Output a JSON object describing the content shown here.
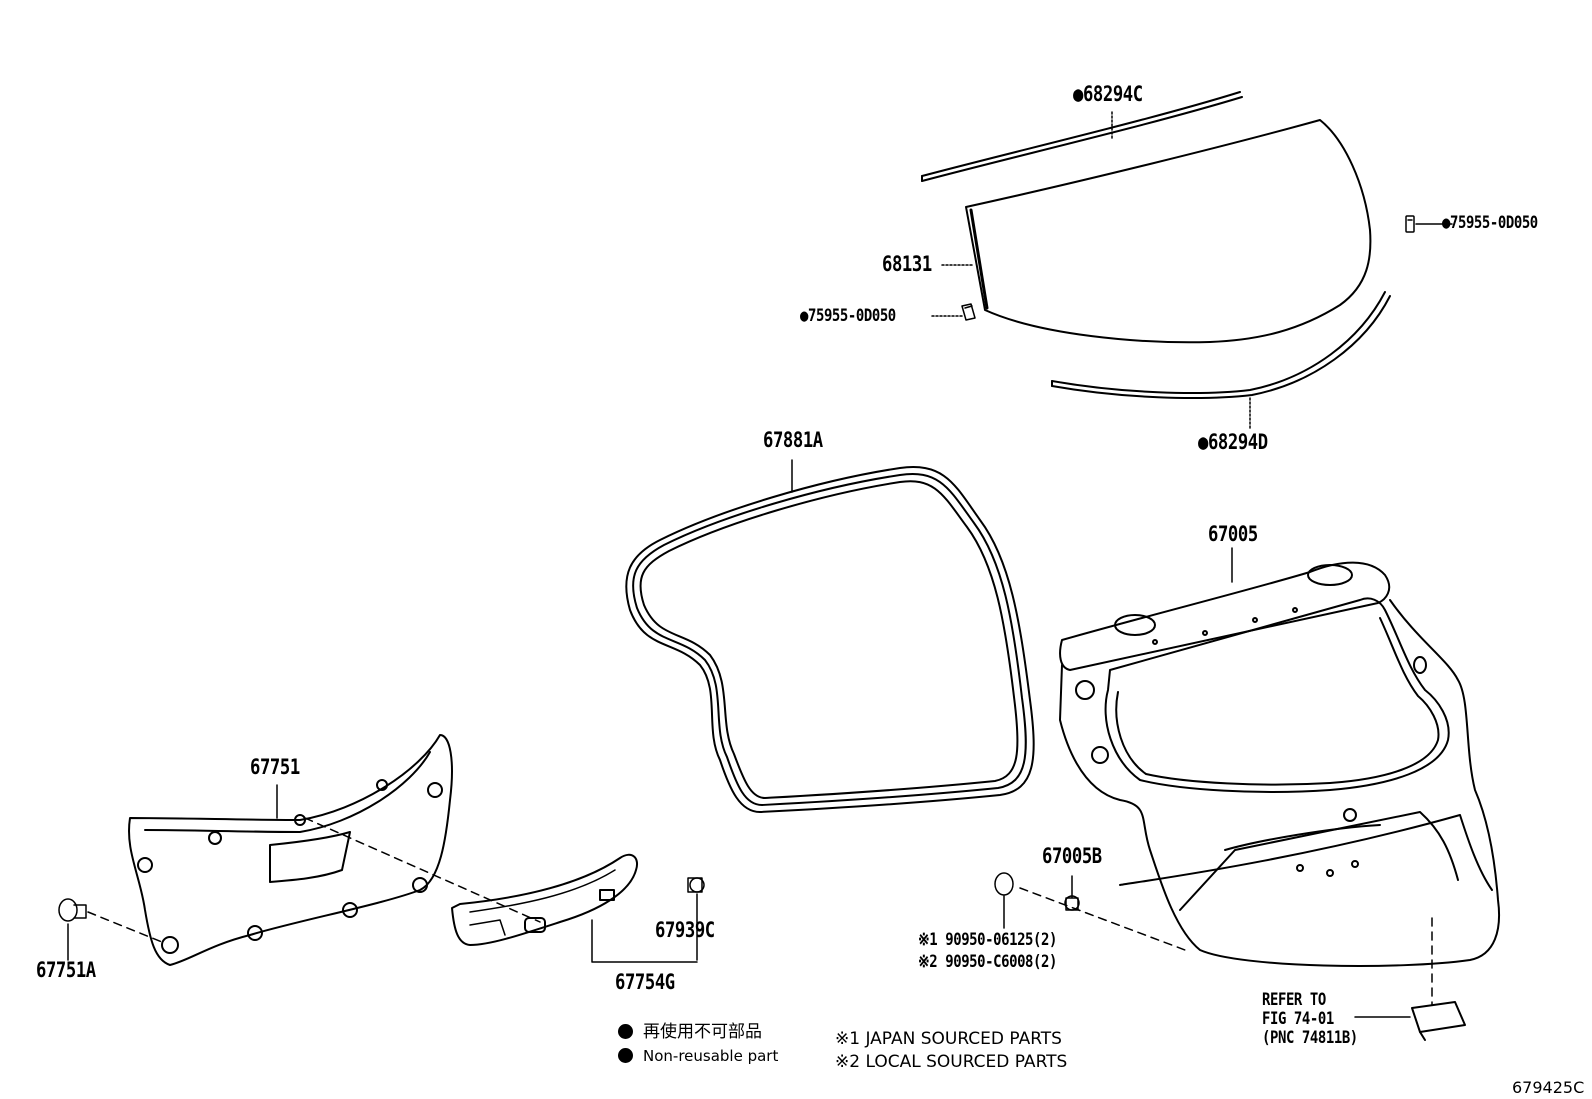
{
  "labels": {
    "p68294C": "●68294C",
    "p68131": "68131",
    "p75955_right": "●75955-0D050",
    "p75955_left": "●75955-0D050",
    "p68294D": "●68294D",
    "p67881A": "67881A",
    "p67005": "67005",
    "p67751": "67751",
    "p67005B": "67005B",
    "p67939C": "67939C",
    "p67751A": "67751A",
    "p67754G": "67754G",
    "note1": "※1 90950-06125(2)",
    "note2": "※2 90950-C6008(2)",
    "refer1": "REFER TO",
    "refer2": "FIG 74-01",
    "refer3": "(PNC 74811B)"
  },
  "legend": {
    "jp": "再使用不可部品",
    "en": "Non-reusable part",
    "japan": "※1 JAPAN SOURCED PARTS",
    "local": "※2 LOCAL SOURCED PARTS"
  },
  "figure_id": "679425C"
}
